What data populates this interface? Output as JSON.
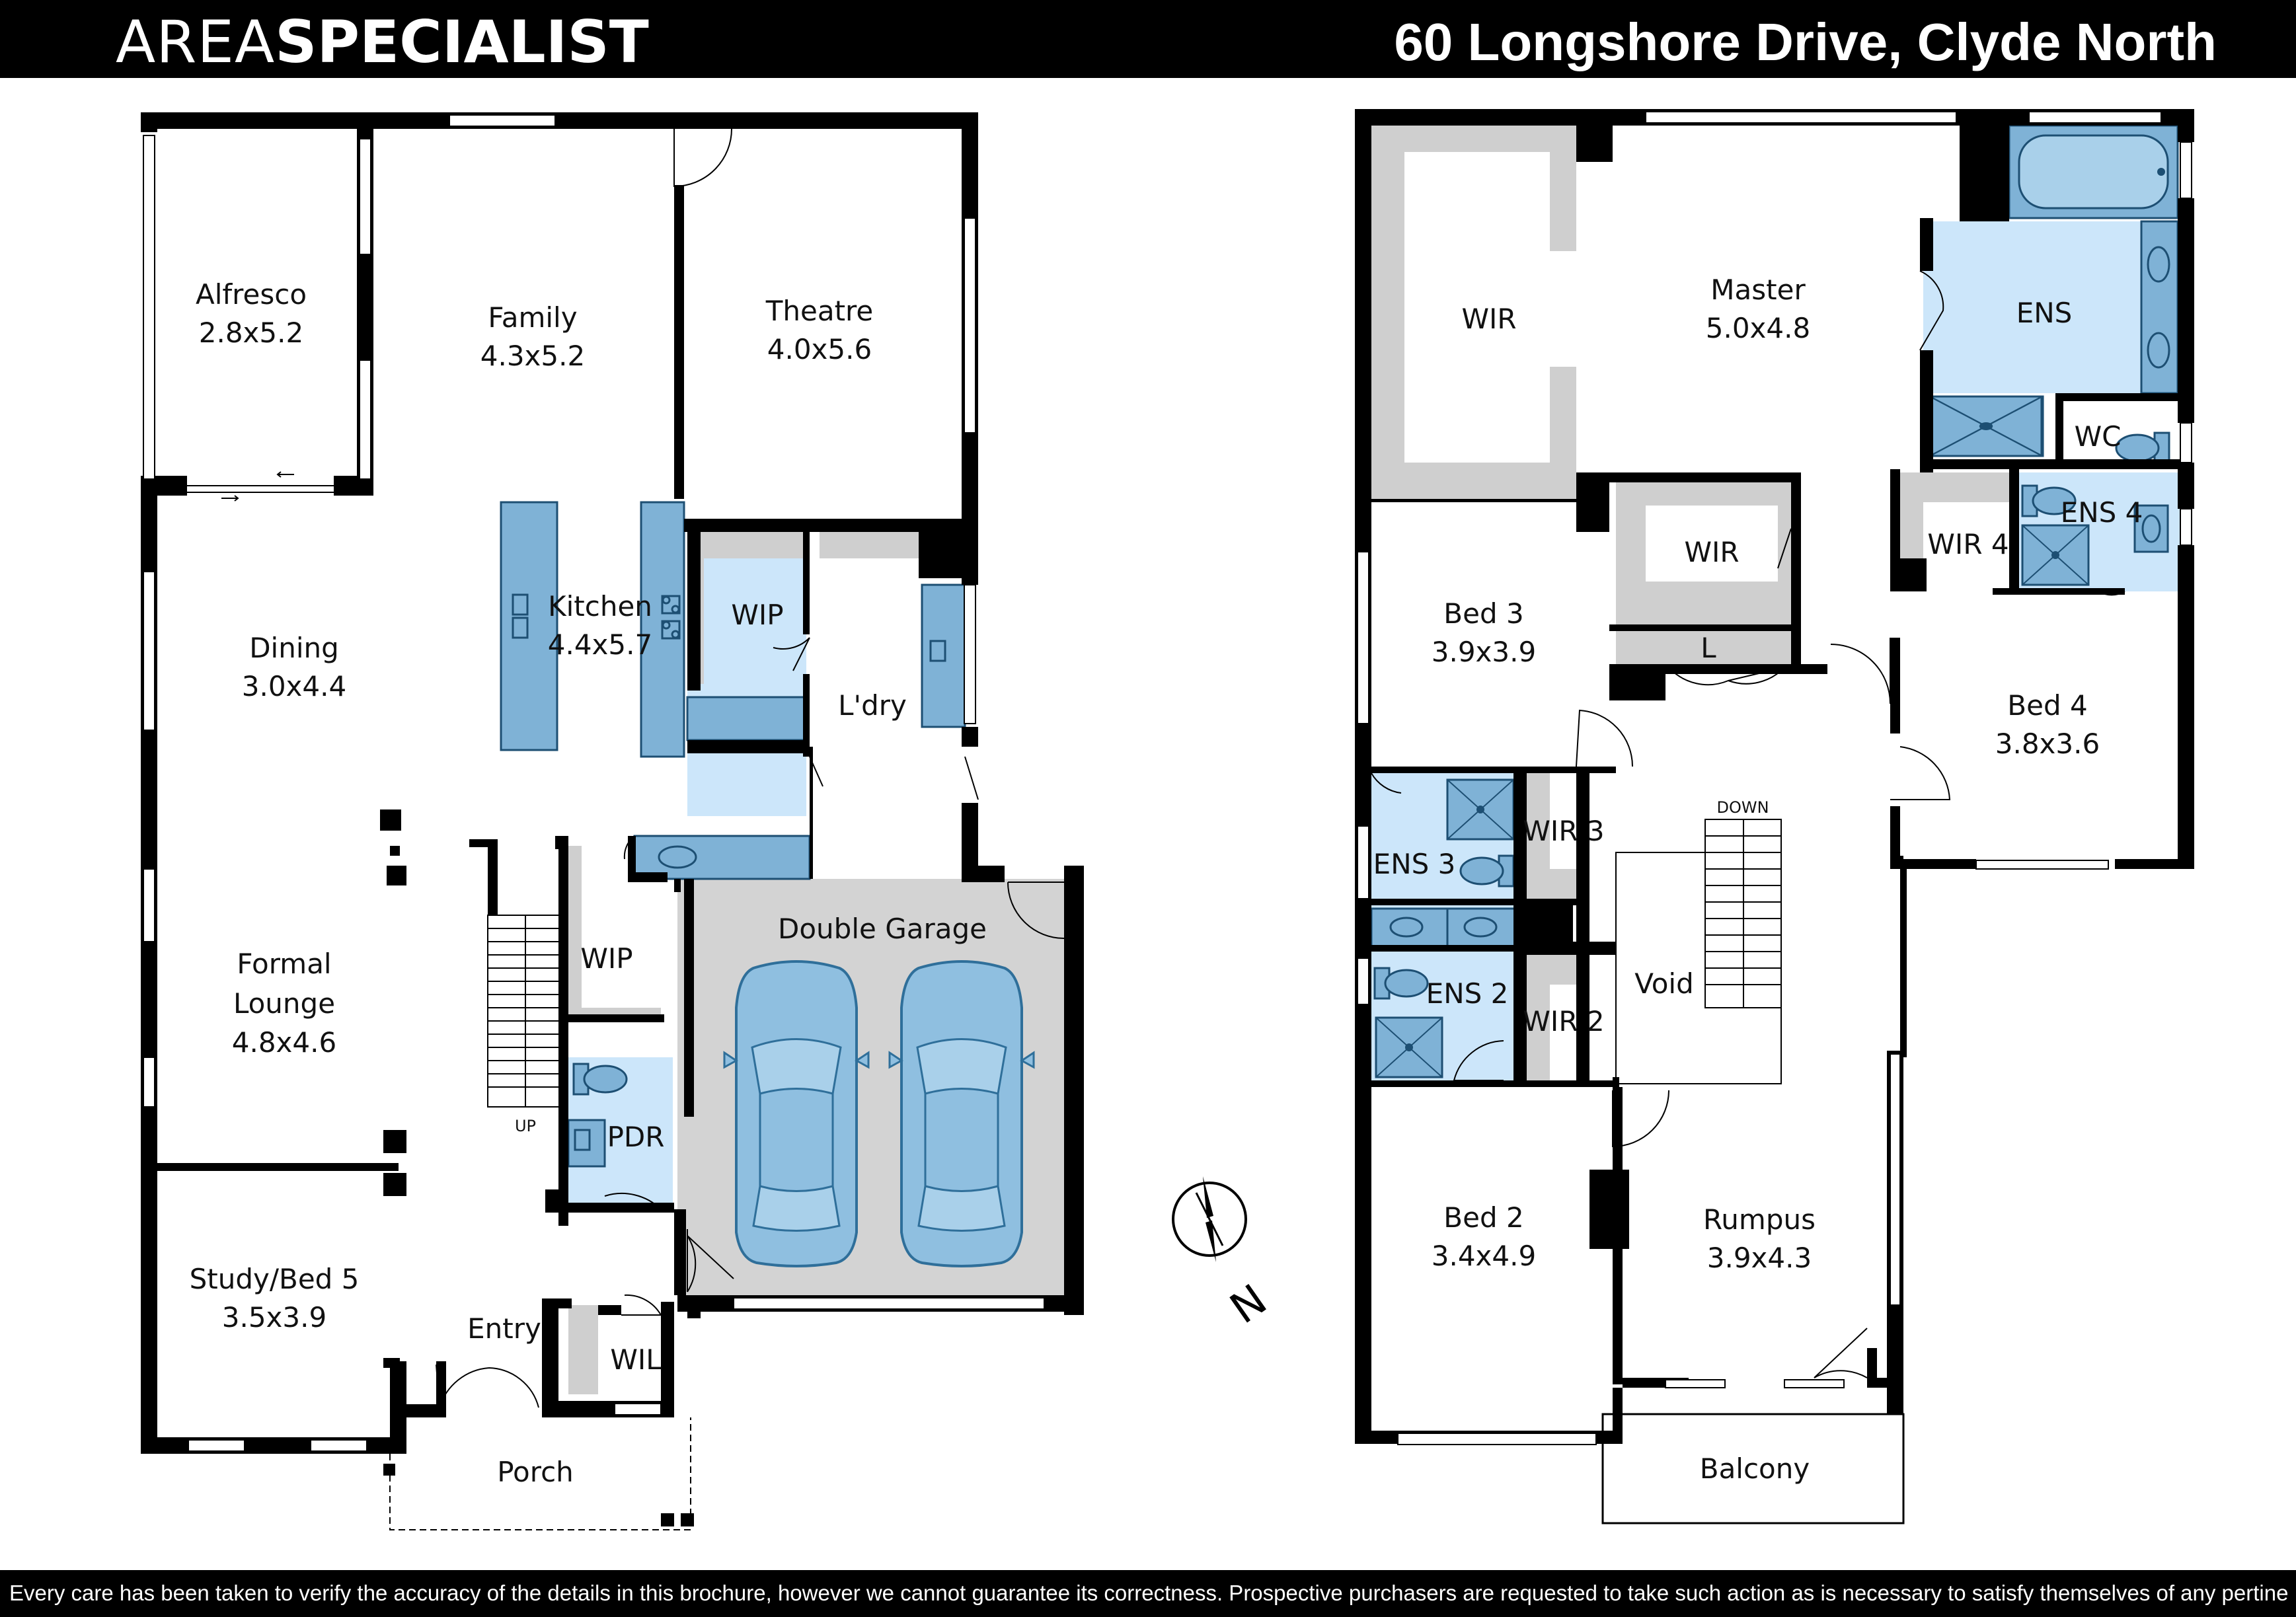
{
  "header": {
    "brand_part1": "AREA",
    "brand_part2": "SPECIALIST",
    "address": "60 Longshore Drive, Clyde North"
  },
  "footer": {
    "disclaimer": "Every care has been taken to verify the accuracy of the details in this brochure, however we cannot guarantee its correctness. Prospective purchasers are requested to take such action as is necessary to satisfy themselves of any pertinent matters."
  },
  "colors": {
    "wall": "#000000",
    "wet_area": "#cce6fa",
    "cabinetry": "#7fb2d6",
    "robe": "#cfcfcf",
    "garage": "#d3d3d3",
    "car": "#8fbfe0"
  },
  "ground_floor": {
    "rooms": [
      {
        "name": "Alfresco",
        "size": "2.8x5.2"
      },
      {
        "name": "Family",
        "size": "4.3x5.2"
      },
      {
        "name": "Theatre",
        "size": "4.0x5.6"
      },
      {
        "name": "Kitchen",
        "size": "4.4x5.7"
      },
      {
        "name": "Dining",
        "size": "3.0x4.4"
      },
      {
        "name": "WIP",
        "size": ""
      },
      {
        "name": "L'dry",
        "size": ""
      },
      {
        "name": "Formal",
        "name2": "Lounge",
        "size": "4.8x4.6"
      },
      {
        "name": "WIP",
        "size": ""
      },
      {
        "name": "Double Garage",
        "size": ""
      },
      {
        "name": "PDR",
        "size": ""
      },
      {
        "name": "Study/Bed 5",
        "size": "3.5x3.9"
      },
      {
        "name": "Entry",
        "size": ""
      },
      {
        "name": "WIL",
        "size": ""
      },
      {
        "name": "Porch",
        "size": ""
      }
    ],
    "stair_label": "UP"
  },
  "first_floor": {
    "rooms": [
      {
        "name": "WIR",
        "size": ""
      },
      {
        "name": "Master",
        "size": "5.0x4.8"
      },
      {
        "name": "ENS",
        "size": ""
      },
      {
        "name": "WC",
        "size": ""
      },
      {
        "name": "WIR",
        "size": ""
      },
      {
        "name": "WIR 4",
        "size": ""
      },
      {
        "name": "ENS 4",
        "size": ""
      },
      {
        "name": "Bed 3",
        "size": "3.9x3.9"
      },
      {
        "name": "L",
        "size": ""
      },
      {
        "name": "Bed 4",
        "size": "3.8x3.6"
      },
      {
        "name": "ENS 3",
        "size": ""
      },
      {
        "name": "WIR 3",
        "size": ""
      },
      {
        "name": "Void",
        "size": ""
      },
      {
        "name": "ENS 2",
        "size": ""
      },
      {
        "name": "WIR 2",
        "size": ""
      },
      {
        "name": "Bed 2",
        "size": "3.4x4.9"
      },
      {
        "name": "Rumpus",
        "size": "3.9x4.3"
      },
      {
        "name": "Balcony",
        "size": ""
      }
    ],
    "stair_label": "DOWN"
  },
  "compass": {
    "label": "N"
  }
}
